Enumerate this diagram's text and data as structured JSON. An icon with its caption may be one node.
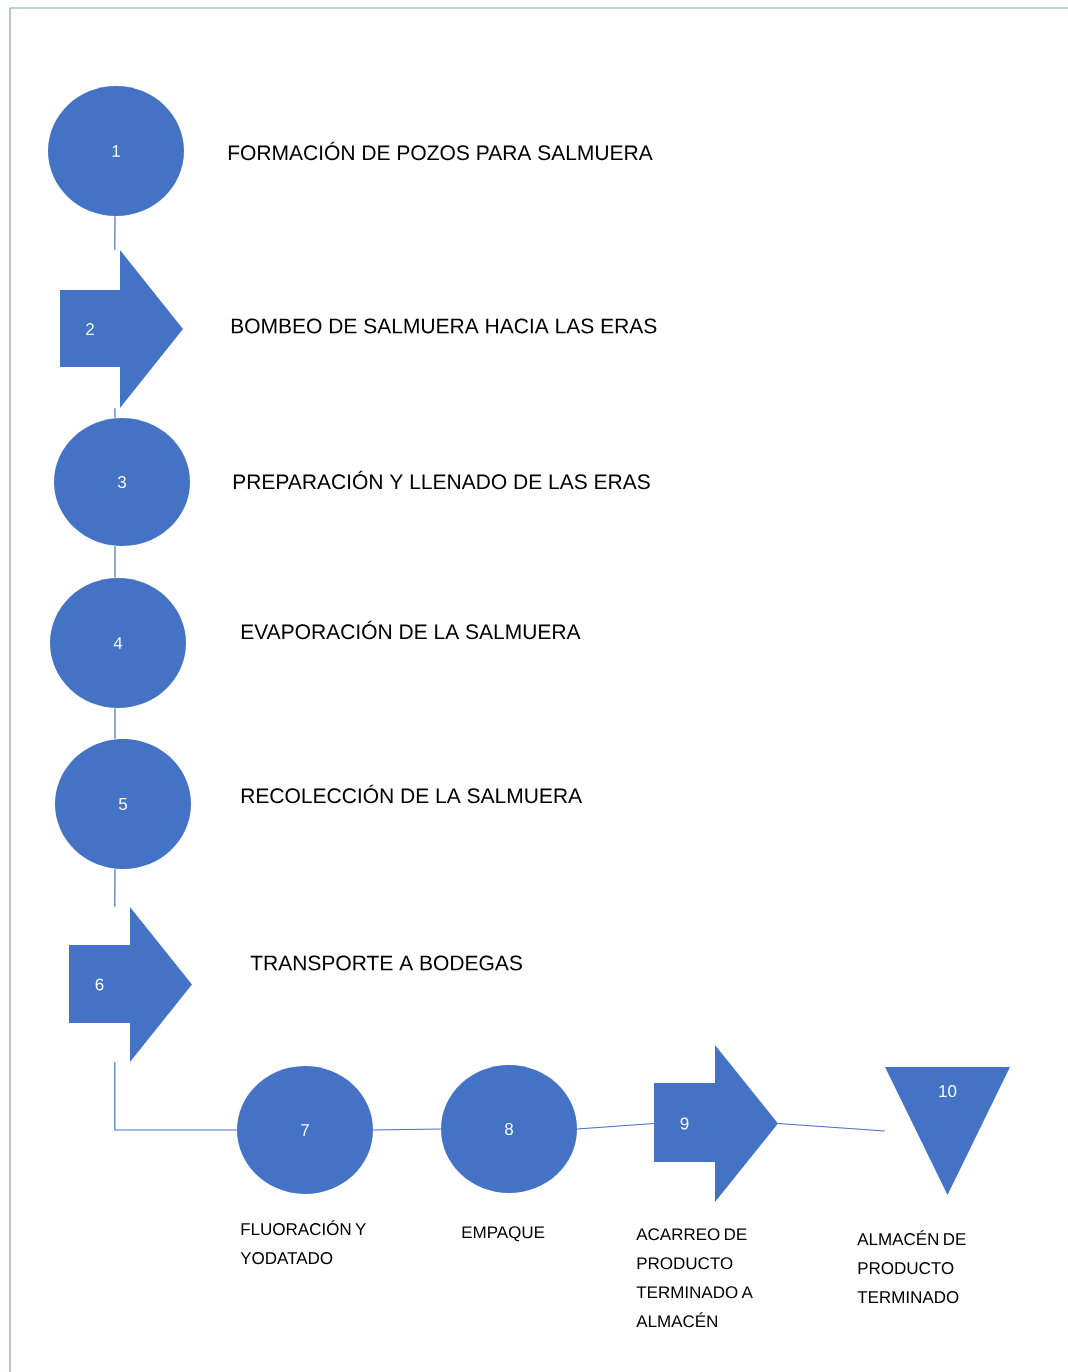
{
  "diagram": {
    "nodes": [
      {
        "text": [
          "1"
        ],
        "beside": [
          "FORMACIÓN DE POZOS PARA SALMUERA"
        ]
      },
      {
        "text": [
          "2"
        ],
        "beside": [
          "BOMBEO DE SALMUERA HACIA LAS ERAS"
        ]
      },
      {
        "text": [
          "3"
        ],
        "beside": [
          "PREPARACIÓN Y LLENADO DE LAS ERAS"
        ]
      },
      {
        "text": [
          "4"
        ],
        "beside": [
          "EVAPORACIÓN DE LA SALMUERA"
        ]
      },
      {
        "text": [
          "5"
        ],
        "beside": [
          "RECOLECCIÓN DE LA SALMUERA"
        ]
      },
      {
        "text": [
          "6"
        ],
        "beside": [
          "TRANSPORTE A BODEGAS"
        ]
      },
      {
        "text": [
          "7"
        ],
        "beside": [
          "FLUORACIÓN Y YODATADO"
        ]
      },
      {
        "text": [
          "8"
        ],
        "beside": [
          "EMPAQUE"
        ]
      },
      {
        "text": [
          "9"
        ],
        "beside": [
          "ACARREO DE PRODUCTO TERMINADO A ALMACÉN"
        ]
      },
      {
        "text": [
          "10"
        ],
        "beside": [
          "ALMACÉN DE PRODUCTO TERMINADO"
        ]
      }
    ],
    "edges": [
      {
        "from": 0,
        "to": 1,
        "arrow": "none"
      },
      {
        "from": 1,
        "to": 2,
        "arrow": "none"
      },
      {
        "from": 2,
        "to": 3,
        "arrow": "none"
      },
      {
        "from": 3,
        "to": 4,
        "arrow": "none"
      },
      {
        "from": 4,
        "to": 5,
        "arrow": "none"
      },
      {
        "from": 5,
        "to": 6,
        "arrow": "none"
      },
      {
        "from": 6,
        "to": 7,
        "arrow": "none"
      },
      {
        "from": 7,
        "to": 8,
        "arrow": "none"
      },
      {
        "from": 8,
        "to": 9,
        "arrow": "none"
      }
    ]
  }
}
